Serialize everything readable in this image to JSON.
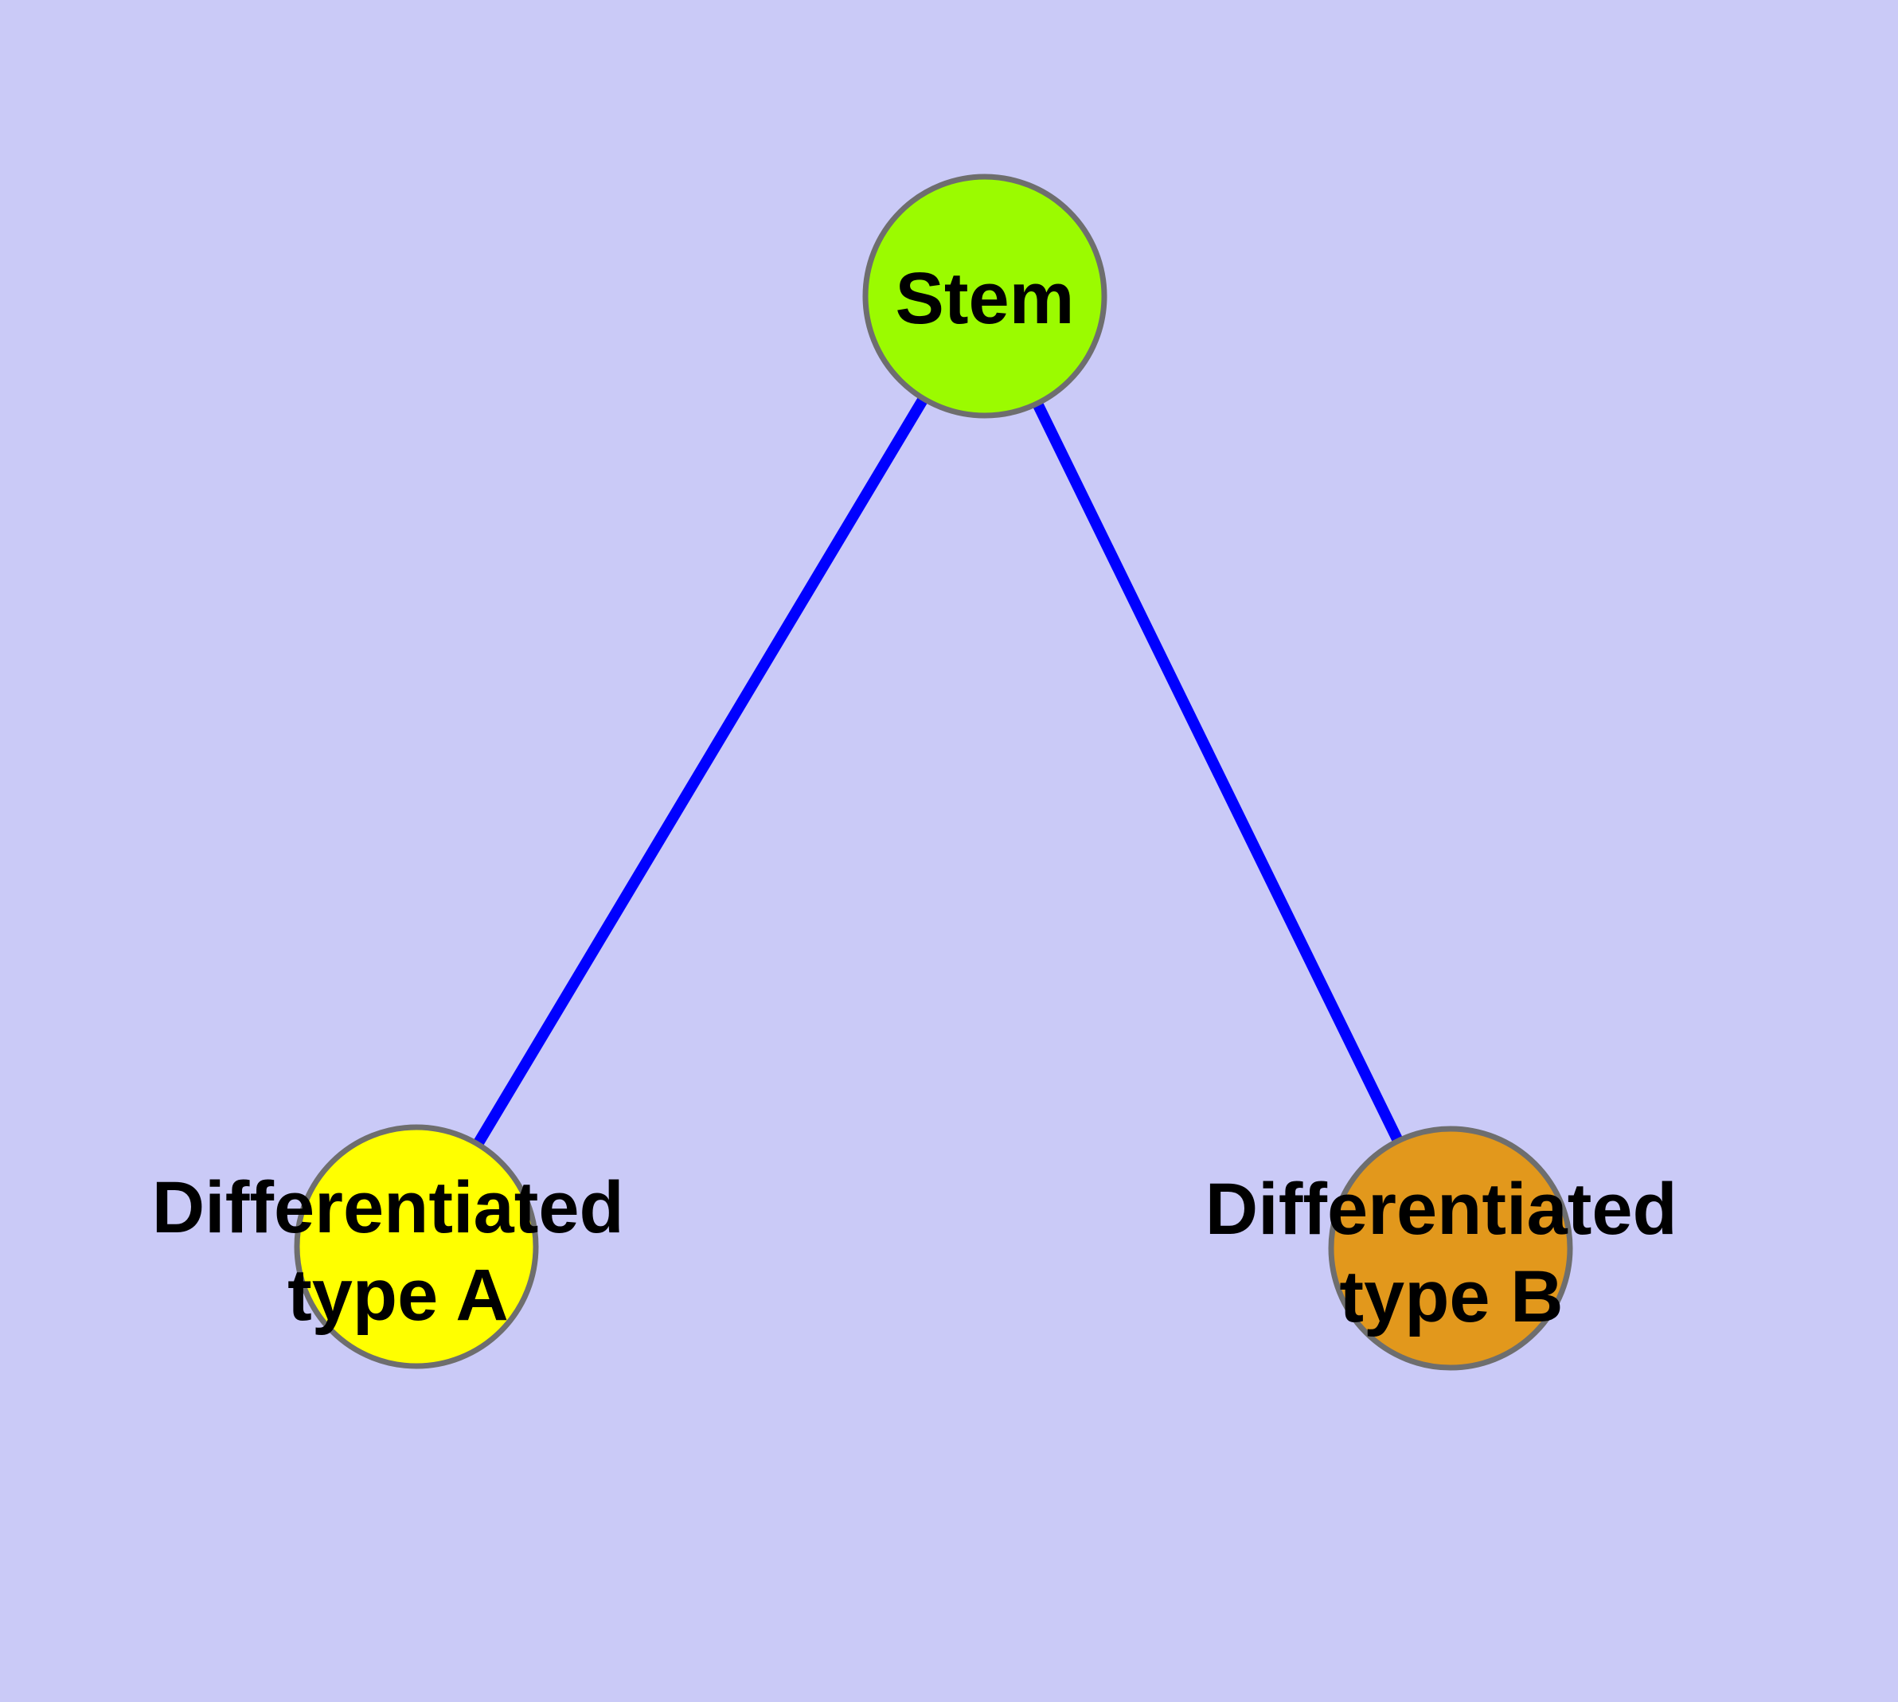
{
  "canvas": {
    "background": "#cacaf7"
  },
  "diagram": {
    "type": "node-link-graph",
    "edge_color": "#0000ff",
    "node_border_color": "#6e6e6e",
    "label_color": "#000000",
    "nodes": [
      {
        "id": "stem",
        "label": "Stem",
        "color": "#9bfb00"
      },
      {
        "id": "type-a",
        "label": "Differentiated type A",
        "label_line1": "Differentiated",
        "label_line2": "type A",
        "color": "#ffff00"
      },
      {
        "id": "type-b",
        "label": "Differentiated type B",
        "label_line1": "Differentiated",
        "label_line2": "type B",
        "color": "#e2981c"
      }
    ],
    "edges": [
      {
        "from": "Stem",
        "to": "Differentiated type A"
      },
      {
        "from": "Stem",
        "to": "Differentiated type B"
      }
    ]
  }
}
